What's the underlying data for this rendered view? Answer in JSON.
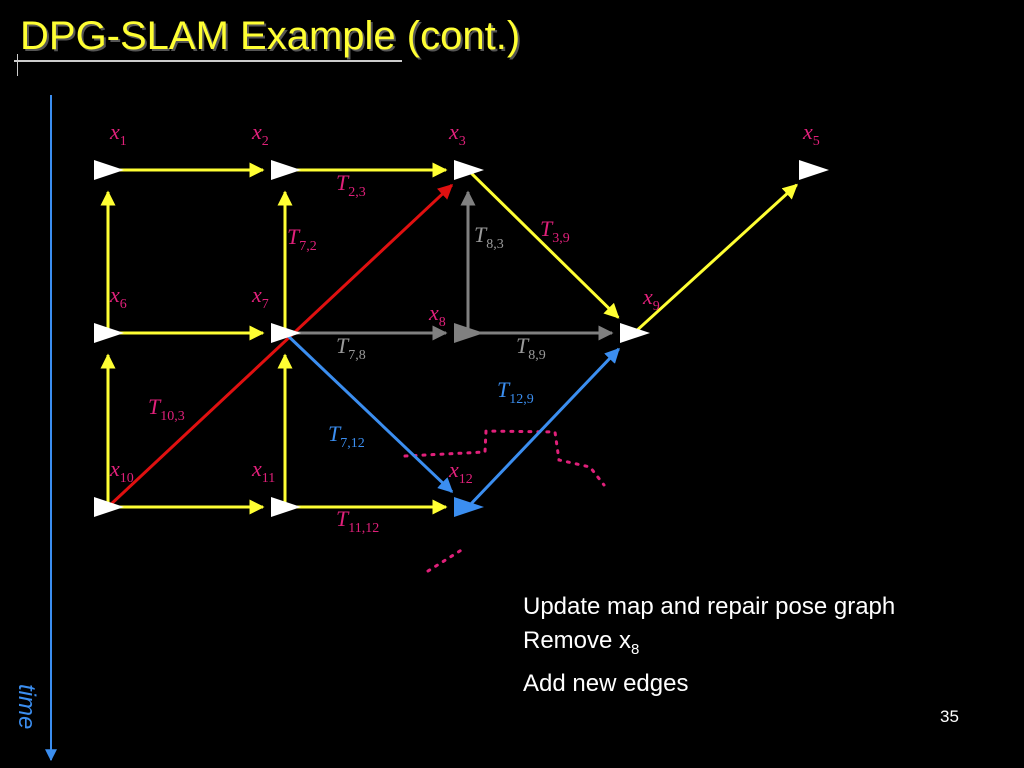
{
  "slide": {
    "title": "DPG-SLAM Example (cont.)",
    "time_label": "time",
    "page_number": "35"
  },
  "notes": {
    "line1": "Update map and repair pose graph",
    "line2_prefix": "Remove x",
    "line2_sub": "8",
    "line3": "Add new edges"
  },
  "colors": {
    "background": "#000000",
    "title": "#ffff33",
    "pose_edge": "#ffff33",
    "pose_label": "#e0207a",
    "removed_edge": "#808080",
    "new_edge": "#3b8ef0",
    "loop_edge": "#e01010",
    "timeline": "#3b8ef0",
    "node": "#ffffff",
    "dotted_outline": "#e0207a"
  },
  "diagram": {
    "nodes": [
      {
        "id": "x1",
        "label": "x",
        "sub": "1",
        "color": "#ffffff"
      },
      {
        "id": "x2",
        "label": "x",
        "sub": "2",
        "color": "#ffffff"
      },
      {
        "id": "x3",
        "label": "x",
        "sub": "3",
        "color": "#ffffff"
      },
      {
        "id": "x5",
        "label": "x",
        "sub": "5",
        "color": "#ffffff"
      },
      {
        "id": "x6",
        "label": "x",
        "sub": "6",
        "color": "#ffffff"
      },
      {
        "id": "x7",
        "label": "x",
        "sub": "7",
        "color": "#ffffff"
      },
      {
        "id": "x8",
        "label": "x",
        "sub": "8",
        "color": "#808080"
      },
      {
        "id": "x9",
        "label": "x",
        "sub": "9",
        "color": "#ffffff"
      },
      {
        "id": "x10",
        "label": "x",
        "sub": "10",
        "color": "#ffffff"
      },
      {
        "id": "x11",
        "label": "x",
        "sub": "11",
        "color": "#ffffff"
      },
      {
        "id": "x12",
        "label": "x",
        "sub": "12",
        "color": "#3b8ef0"
      }
    ],
    "edges": [
      {
        "from": "x1",
        "to": "x2",
        "color": "#ffff33"
      },
      {
        "from": "x2",
        "to": "x3",
        "color": "#ffff33",
        "label": "T",
        "sub": "2,3"
      },
      {
        "from": "x6",
        "to": "x1",
        "color": "#ffff33"
      },
      {
        "from": "x7",
        "to": "x2",
        "color": "#ffff33",
        "label": "T",
        "sub": "7,2"
      },
      {
        "from": "x6",
        "to": "x7",
        "color": "#ffff33"
      },
      {
        "from": "x10",
        "to": "x6",
        "color": "#ffff33"
      },
      {
        "from": "x11",
        "to": "x7",
        "color": "#ffff33"
      },
      {
        "from": "x10",
        "to": "x11",
        "color": "#ffff33"
      },
      {
        "from": "x11",
        "to": "x12",
        "color": "#ffff33",
        "label": "T",
        "sub": "11,12"
      },
      {
        "from": "x3",
        "to": "x9",
        "color": "#ffff33",
        "label": "T",
        "sub": "3,9"
      },
      {
        "from": "x9",
        "to": "x5",
        "color": "#ffff33"
      },
      {
        "from": "x10",
        "to": "x3",
        "color": "#e01010",
        "label": "T",
        "sub": "10,3"
      },
      {
        "from": "x8",
        "to": "x3",
        "color": "#808080",
        "label": "T",
        "sub": "8,3"
      },
      {
        "from": "x7",
        "to": "x8",
        "color": "#808080",
        "label": "T",
        "sub": "7,8"
      },
      {
        "from": "x8",
        "to": "x9",
        "color": "#808080",
        "label": "T",
        "sub": "8,9"
      },
      {
        "from": "x7",
        "to": "x12",
        "color": "#3b8ef0",
        "label": "T",
        "sub": "7,12"
      },
      {
        "from": "x12",
        "to": "x9",
        "color": "#3b8ef0",
        "label": "T",
        "sub": "12,9"
      }
    ]
  }
}
